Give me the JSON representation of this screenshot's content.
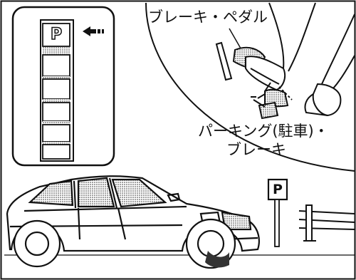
{
  "labels": {
    "brake_pedal": "ブレーキ・ペダル",
    "parking_brake_line1": "パーキング(駐車)・",
    "parking_brake_line2": "ブレーキ"
  },
  "indicator": {
    "gear_symbol": "P",
    "arrow_icon": "left-arrow-icon"
  },
  "sign": {
    "symbol": "P"
  },
  "colors": {
    "line": "#111111",
    "background": "#ffffff",
    "shading": "#8a8a8a"
  }
}
